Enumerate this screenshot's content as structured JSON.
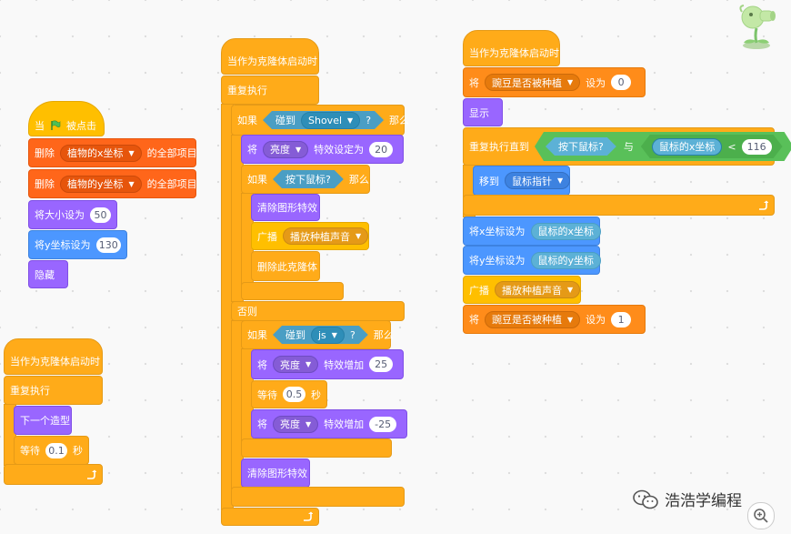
{
  "script_left_top": {
    "hat_when": "当",
    "hat_clicked": "被点击",
    "del_x_prefix": "删除",
    "del_x_list": "植物的x坐标",
    "del_x_suffix": "的全部项目",
    "del_y_prefix": "删除",
    "del_y_list": "植物的y坐标",
    "del_y_suffix": "的全部项目",
    "size_label": "将大小设为",
    "size_value": "50",
    "sety_label": "将y坐标设为",
    "sety_value": "130",
    "hide_label": "隐藏"
  },
  "script_left_bottom": {
    "hat_label": "当作为克隆体启动时",
    "forever_label": "重复执行",
    "next_costume_label": "下一个造型",
    "wait_label": "等待",
    "wait_value": "0.1",
    "wait_unit": "秒"
  },
  "script_middle": {
    "hat_label": "当作为克隆体启动时",
    "forever_label": "重复执行",
    "if_label": "如果",
    "touch_label": "碰到",
    "touch_target": "Shovel",
    "touch_q": "?",
    "then_label": "那么",
    "set_effect_prefix": "将",
    "set_effect_name": "亮度",
    "set_effect_mid": "特效设定为",
    "set_effect_value": "20",
    "if2_label": "如果",
    "mouse_down_label": "按下鼠标?",
    "then2_label": "那么",
    "clear_effects_label": "清除图形特效",
    "broadcast_label": "广播",
    "broadcast_msg": "播放种植声音",
    "delete_clone_label": "删除此克隆体",
    "else_label": "否则",
    "if3_label": "如果",
    "touch2_label": "碰到",
    "touch2_target": "js",
    "touch2_q": "?",
    "then3_label": "那么",
    "change1_prefix": "将",
    "change1_name": "亮度",
    "change1_mid": "特效增加",
    "change1_value": "25",
    "wait_label": "等待",
    "wait_value": "0.5",
    "wait_unit": "秒",
    "change2_prefix": "将",
    "change2_name": "亮度",
    "change2_mid": "特效增加",
    "change2_value": "-25",
    "clear2_label": "清除图形特效"
  },
  "script_right": {
    "hat_label": "当作为克隆体启动时",
    "setvar1_prefix": "将",
    "setvar1_name": "豌豆是否被种植",
    "setvar1_mid": "设为",
    "setvar1_value": "0",
    "show_label": "显示",
    "repeat_until_label": "重复执行直到",
    "mouse_down_label": "按下鼠标?",
    "and_label": "与",
    "mouse_x_label": "鼠标的x坐标",
    "lt_label": "<",
    "lt_value": "116",
    "goto_label": "移到",
    "goto_target": "鼠标指针",
    "setx_label": "将x坐标设为",
    "setx_value": "鼠标的x坐标",
    "sety_label": "将y坐标设为",
    "sety_value": "鼠标的y坐标",
    "broadcast_label": "广播",
    "broadcast_msg": "播放种植声音",
    "setvar2_prefix": "将",
    "setvar2_name": "豌豆是否被种植",
    "setvar2_mid": "设为",
    "setvar2_value": "1"
  },
  "watermark": {
    "text": "浩浩学编程"
  },
  "icons": {
    "green_flag": "green-flag-icon",
    "loop_arrow": "loop-arrow-icon",
    "zoom": "zoom-in-icon",
    "sprite": "peashooter-sprite-icon",
    "wechat": "wechat-icon"
  }
}
